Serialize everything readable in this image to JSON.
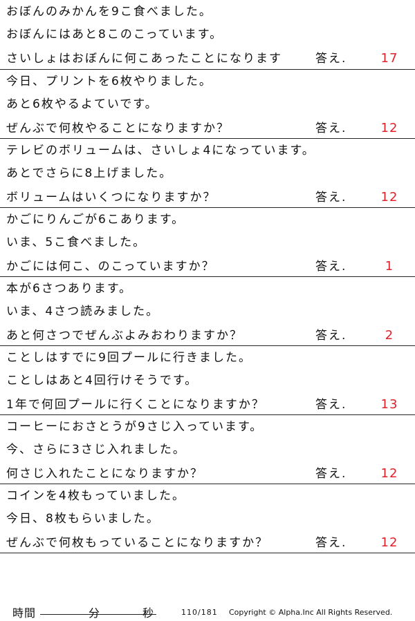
{
  "answer_label": "答え.",
  "problems": [
    {
      "lines": [
        "おぼんのみかんを9こ食べました。",
        "おぼんにはあと8このこっています。",
        "さいしょはおぼんに何こあったことになります"
      ],
      "answer": "17"
    },
    {
      "lines": [
        "今日、プリントを6枚やりました。",
        "あと6枚やるよていです。",
        "ぜんぶで何枚やることになりますか？"
      ],
      "answer": "12"
    },
    {
      "lines": [
        "テレビのボリュームは、さいしょ4になっています。",
        "あとでさらに8上げました。",
        "ボリュームはいくつになりますか？"
      ],
      "answer": "12"
    },
    {
      "lines": [
        "かごにりんごが6こあります。",
        "いま、5こ食べました。",
        "かごには何こ、のこっていますか？"
      ],
      "answer": "1"
    },
    {
      "lines": [
        "本が6さつあります。",
        "いま、4さつ読みました。",
        "あと何さつでぜんぶよみおわりますか？"
      ],
      "answer": "2"
    },
    {
      "lines": [
        "ことしはすでに9回プールに行きました。",
        "ことしはあと4回行けそうです。",
        "1年で何回プールに行くことになりますか？"
      ],
      "answer": "13"
    },
    {
      "lines": [
        "コーヒーにおさとうが9さじ入っています。",
        "今、さらに3さじ入れました。",
        "何さじ入れたことになりますか？"
      ],
      "answer": "12"
    },
    {
      "lines": [
        "コインを4枚もっていました。",
        "今日、8枚もらいました。",
        "ぜんぶで何枚もっていることになりますか？"
      ],
      "answer": "12"
    }
  ],
  "footer": {
    "time_label": "時間",
    "minutes_label": "分",
    "seconds_label": "秒",
    "page": "110/181",
    "copyright": "Copyright © Alpha.Inc All Rights Reserved."
  }
}
